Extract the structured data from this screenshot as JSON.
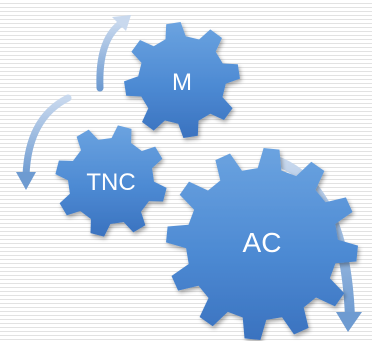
{
  "gears": {
    "m": {
      "label": "M"
    },
    "tnc": {
      "label": "TNC"
    },
    "ac": {
      "label": "AC"
    }
  },
  "colors": {
    "gear_light": "#6ba3e0",
    "gear_mid": "#4d8ad3",
    "gear_dark": "#3a72bf",
    "arrow_light": "#b6cce8",
    "arrow_dark": "#6e9bd1"
  }
}
